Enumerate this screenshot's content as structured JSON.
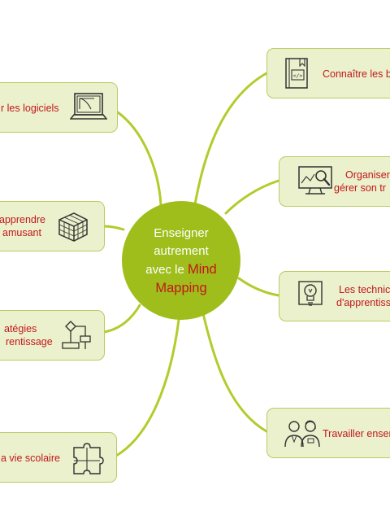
{
  "center": {
    "line1": "Enseigner",
    "line2": "autrement",
    "line3_plain": "avec le",
    "line3_highlight": "Mind",
    "line4_highlight": "Mapping"
  },
  "branches": [
    {
      "id": "logiciels",
      "label": "r les logiciels",
      "icon": "laptop-icon"
    },
    {
      "id": "apprendre",
      "label_lines": [
        "apprendre",
        "amusant"
      ],
      "icon": "cube-icon"
    },
    {
      "id": "strategies",
      "label_lines": [
        "atégies",
        "rentissage"
      ],
      "icon": "flowchart-icon"
    },
    {
      "id": "vie-scolaire",
      "label": "a vie scolaire",
      "icon": "puzzle-icon"
    },
    {
      "id": "connaitre",
      "label": "Connaître les b",
      "icon": "code-book-icon"
    },
    {
      "id": "organiser",
      "label_lines": [
        "Organiser",
        "gérer son tr"
      ],
      "icon": "monitor-search-icon"
    },
    {
      "id": "techniques",
      "label_lines": [
        "Les technic",
        "d'apprentiss"
      ],
      "icon": "lightbulb-icon"
    },
    {
      "id": "travailler",
      "label": "Travailler ensen",
      "icon": "people-icon"
    }
  ],
  "colors": {
    "center_fill": "#9fbd1b",
    "node_fill": "#eaf1cc",
    "node_border": "#b9cc62",
    "branch_line": "#b2cc2c",
    "label_red": "#c4161c"
  }
}
